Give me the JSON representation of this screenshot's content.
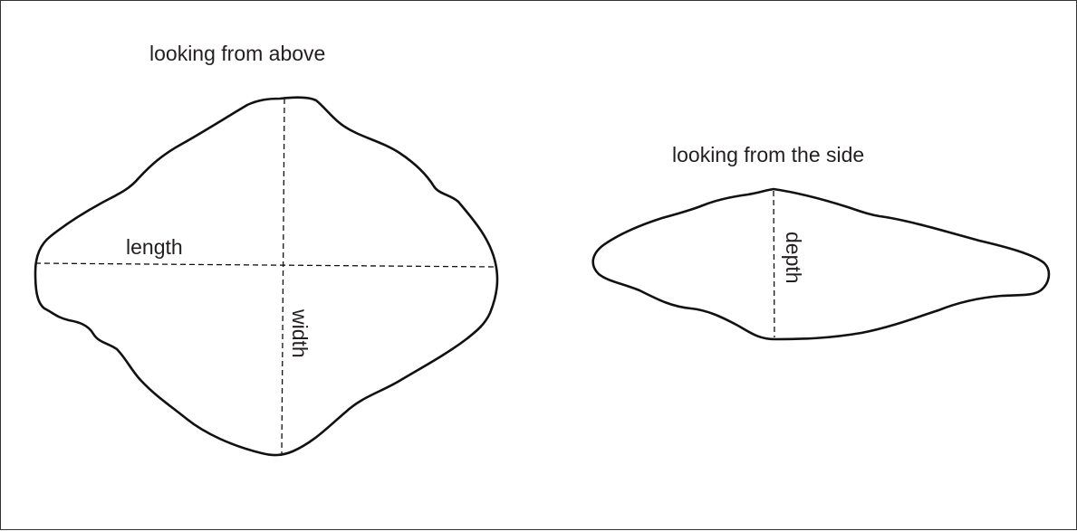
{
  "diagram": {
    "top_view": {
      "caption": "looking from above",
      "length_label": "length",
      "width_label": "width"
    },
    "side_view": {
      "caption": "looking from the side",
      "depth_label": "depth"
    }
  },
  "colors": {
    "stroke": "#111111",
    "text": "#231f20",
    "border": "#333333",
    "background": "#ffffff"
  }
}
